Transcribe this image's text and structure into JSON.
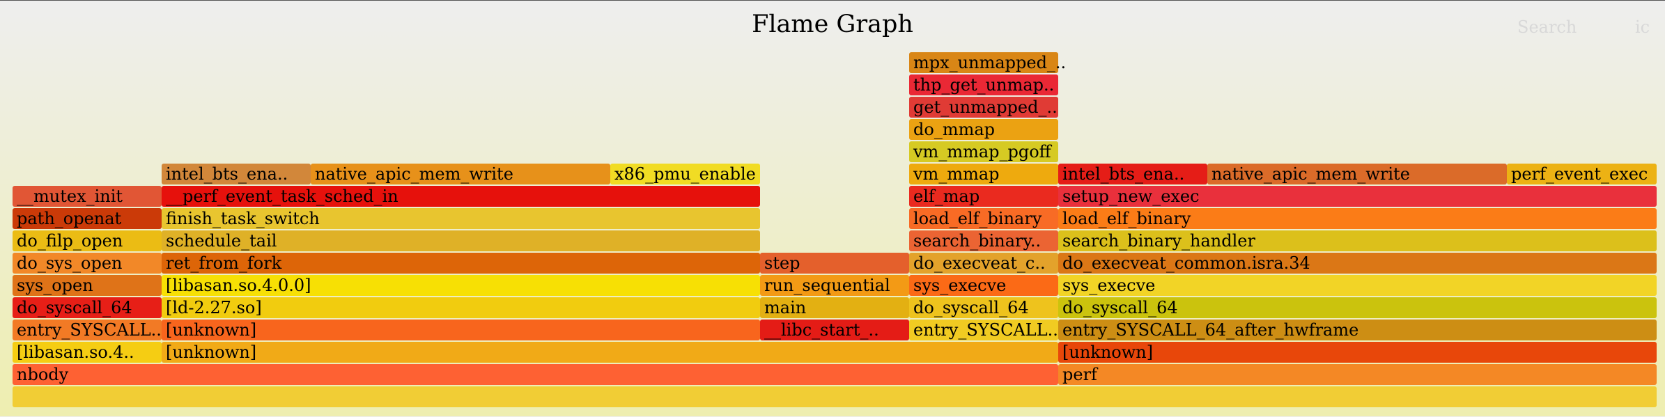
{
  "title": "Flame Graph",
  "search_label": "Search",
  "ic_label": "ic",
  "frames": [
    {
      "label": "",
      "color": "#f1cd35"
    },
    {
      "label": "nbody",
      "color": "#fe6133"
    },
    {
      "label": "perf",
      "color": "#f48825"
    },
    {
      "label": "[libasan.so.4..",
      "color": "#f5cd13"
    },
    {
      "label": "[unknown]",
      "color": "#f1aa17"
    },
    {
      "label": "[unknown]",
      "color": "#e8470a"
    },
    {
      "label": "entry_SYSCALL..",
      "color": "#f27a25"
    },
    {
      "label": "[unknown]",
      "color": "#f8651d"
    },
    {
      "label": "__libc_start_..",
      "color": "#e41c16"
    },
    {
      "label": "entry_SYSCALL..",
      "color": "#f1cb22"
    },
    {
      "label": "entry_SYSCALL_64_after_hwframe",
      "color": "#cd8e14"
    },
    {
      "label": "do_syscall_64",
      "color": "#e71f17"
    },
    {
      "label": "[ld-2.27.so]",
      "color": "#f1cc0f"
    },
    {
      "label": "main",
      "color": "#e3b012"
    },
    {
      "label": "do_syscall_64",
      "color": "#eec31d"
    },
    {
      "label": "do_syscall_64",
      "color": "#cbc30d"
    },
    {
      "label": "sys_open",
      "color": "#df7318"
    },
    {
      "label": "[libasan.so.4.0.0]",
      "color": "#f7e004"
    },
    {
      "label": "run_sequential",
      "color": "#f39a15"
    },
    {
      "label": "sys_execve",
      "color": "#fb6a16"
    },
    {
      "label": "sys_execve",
      "color": "#f2d426"
    },
    {
      "label": "do_sys_open",
      "color": "#f28828"
    },
    {
      "label": "ret_from_fork",
      "color": "#dd6508"
    },
    {
      "label": "step",
      "color": "#e4602c"
    },
    {
      "label": "do_execveat_c..",
      "color": "#e3a22b"
    },
    {
      "label": "do_execveat_common.isra.34",
      "color": "#db7716"
    },
    {
      "label": "do_filp_open",
      "color": "#ebbc14"
    },
    {
      "label": "schedule_tail",
      "color": "#dfb127"
    },
    {
      "label": "search_binary..",
      "color": "#eb6433"
    },
    {
      "label": "search_binary_handler",
      "color": "#dcc01b"
    },
    {
      "label": "path_openat",
      "color": "#cb3a08"
    },
    {
      "label": "finish_task_switch",
      "color": "#e8c52f"
    },
    {
      "label": "load_elf_binary",
      "color": "#f86b25"
    },
    {
      "label": "load_elf_binary",
      "color": "#fb7c17"
    },
    {
      "label": "__mutex_init",
      "color": "#e15635"
    },
    {
      "label": "__perf_event_task_sched_in",
      "color": "#e6110c"
    },
    {
      "label": "elf_map",
      "color": "#ea2a1f"
    },
    {
      "label": "setup_new_exec",
      "color": "#e9303c"
    },
    {
      "label": "intel_bts_ena..",
      "color": "#d2873a"
    },
    {
      "label": "native_apic_mem_write",
      "color": "#e7911a"
    },
    {
      "label": "x86_pmu_enable",
      "color": "#f1dc24"
    },
    {
      "label": "vm_mmap",
      "color": "#eeaa0e"
    },
    {
      "label": "intel_bts_ena..",
      "color": "#e51d17"
    },
    {
      "label": "native_apic_mem_write",
      "color": "#db6b29"
    },
    {
      "label": "perf_event_exec",
      "color": "#ecb214"
    },
    {
      "label": "vm_mmap_pgoff",
      "color": "#d6ca23"
    },
    {
      "label": "do_mmap",
      "color": "#eba212"
    },
    {
      "label": "get_unmapped_..",
      "color": "#e03b35"
    },
    {
      "label": "thp_get_unmap..",
      "color": "#ea2835"
    },
    {
      "label": "mpx_unmapped_..",
      "color": "#d98616"
    }
  ]
}
